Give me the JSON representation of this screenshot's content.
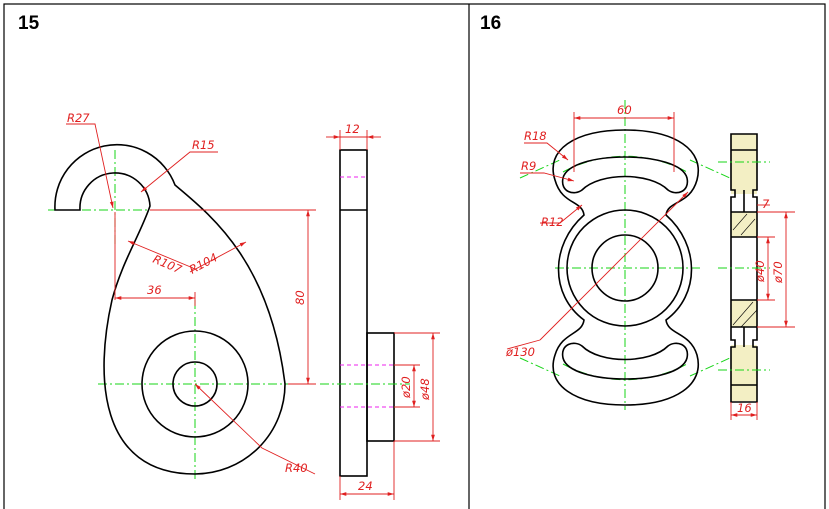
{
  "panels": [
    {
      "number": "15",
      "dims": {
        "r27": "R27",
        "r15": "R15",
        "r107": "R107",
        "r104": "R104",
        "d36": "36",
        "d80": "80",
        "r40": "R40",
        "d12": "12",
        "phi20": "ø20",
        "phi48": "ø48",
        "d24": "24"
      }
    },
    {
      "number": "16",
      "dims": {
        "d60": "60",
        "r18": "R18",
        "r9": "R9",
        "r12": "R12",
        "phi130": "ø130",
        "d7": "7",
        "phi40": "ø40",
        "phi70": "ø70",
        "d16": "16"
      }
    }
  ],
  "colors": {
    "object_line": "#000000",
    "dimension": "#e02020",
    "centerline": "#17d417",
    "hidden_line": "#ee22ee",
    "section_fill": "#f3efc4"
  }
}
